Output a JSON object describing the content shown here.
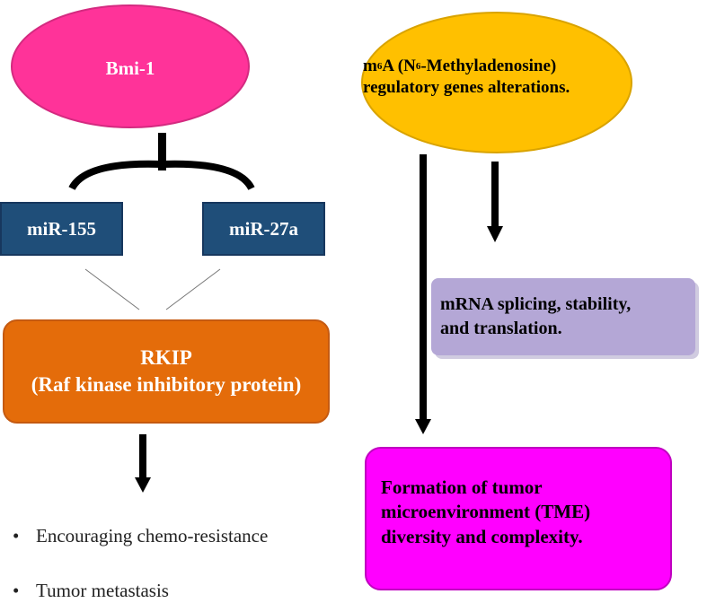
{
  "colors": {
    "bmi1_fill": "#ff3399",
    "mir_fill": "#1f4e79",
    "rkip_fill": "#e46c0a",
    "m6a_fill": "#ffc000",
    "mrna_fill": "#b4a7d6",
    "tme_fill": "#ff00ff",
    "arrow": "#000000"
  },
  "left_pathway": {
    "bmi1": "Bmi-1",
    "mir155": "miR-155",
    "mir27a": "miR-27a",
    "rkip_line1": "RKIP",
    "rkip_line2": "(Raf kinase inhibitory protein)",
    "outcomes": [
      "Encouraging chemo-resistance",
      "Tumor metastasis"
    ],
    "bullet": "•"
  },
  "right_pathway": {
    "m6a_prefix": "m",
    "m6a_sup1": "6",
    "m6a_mid": "A (N",
    "m6a_sup2": "6",
    "m6a_suffix": "-Methyladenosine)",
    "m6a_line2": "regulatory genes alterations.",
    "mrna_line1": "mRNA splicing, stability,",
    "mrna_line2": "and translation.",
    "tme_line1": "Formation of tumor",
    "tme_line2": "microenvironment (TME)",
    "tme_line3": "diversity and complexity."
  }
}
